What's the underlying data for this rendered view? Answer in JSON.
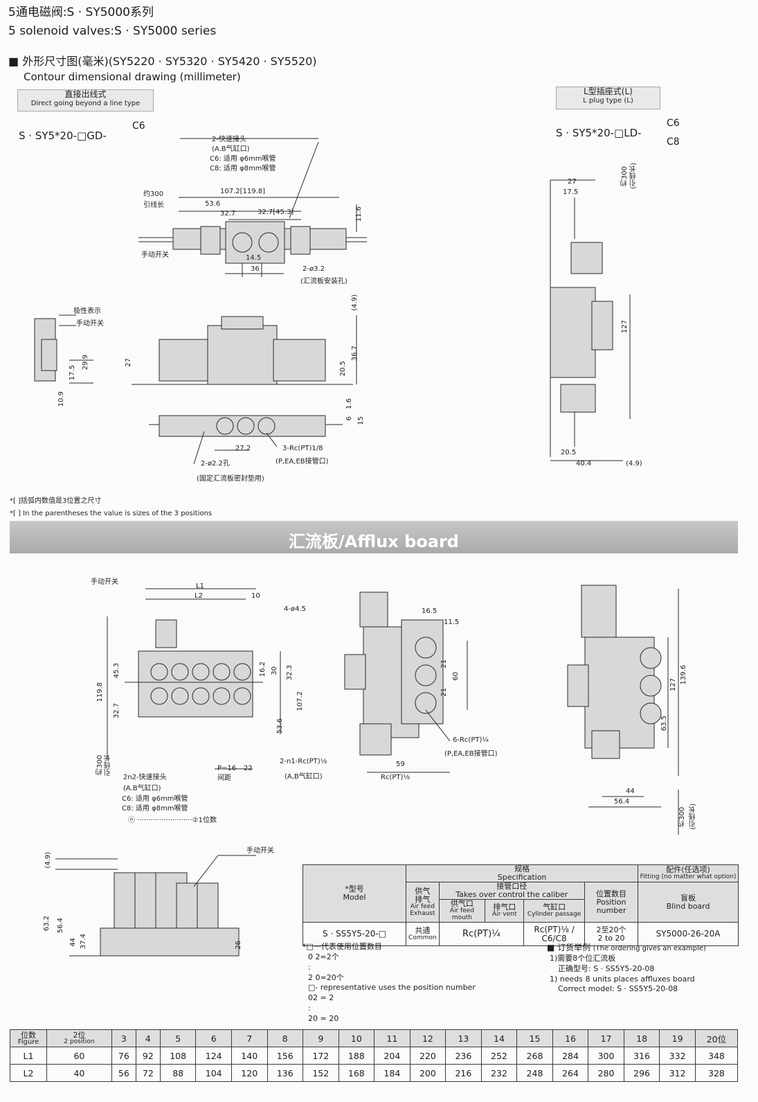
{
  "header": {
    "title_cn": "5通电磁阀:S · SY5000系列",
    "title_en": "5 solenoid valves:S · SY5000 series"
  },
  "contour": {
    "title_cn": "■ 外形尺寸图(毫米)(SY5220 · SY5320 · SY5420 · SY5520)",
    "title_en": "Contour dimensional drawing (millimeter)",
    "direct_cn": "直接出线式",
    "direct_en": "Direct going beyond a line type",
    "lplug_cn": "L型插座式(L)",
    "lplug_en": "L plug type (L)",
    "model_gd": "S · SY5*20-□GD-",
    "model_gd_sup": "C6",
    "model_ld": "S · SY5*20-□LD-",
    "model_ld_sup1": "C6",
    "model_ld_sup2": "C8"
  },
  "top_view": {
    "quick_joint": "2-快速接头",
    "ab_port": "(A.B气缸口)",
    "c6": "C6:  适用 φ6mm喉管",
    "c8": "C8:  适用 φ8mm喉管",
    "approx300": "约300",
    "lead_len": "引线长",
    "d1072": "107.2[119.8]",
    "d536": "53.6",
    "d327a": "32.7",
    "d327b": "32.7[45.3]",
    "d116": "11.6",
    "manual": "手动开关",
    "d145": "14.5",
    "d36": "36",
    "hole": "2-ø3.2",
    "hole_desc": "(汇流板安装孔)"
  },
  "side_view": {
    "polarity": "极性表示",
    "manual": "手动开关",
    "d175": "17.5",
    "d299": "29.9",
    "d109": "10.9",
    "d27": "27",
    "d49": "(4.9)",
    "d367": "36.7",
    "d205": "20.5"
  },
  "bottom_view": {
    "d16": "1.6",
    "d6": "6",
    "d15": "15",
    "d272": "27.2",
    "port": "3-Rc(PT)1/8",
    "port_desc": "(P,EA,EB接管口)",
    "hole": "2-ø2.2孔",
    "hole_desc": "(固定汇流板密封垫用)"
  },
  "lplug_view": {
    "approx300": "约300",
    "lead_len": "(引线长)",
    "d27": "27",
    "d175": "17.5",
    "d127": "127",
    "d205": "20.5",
    "d404": "40.4",
    "d49": "(4.9)"
  },
  "footnotes": {
    "cn": "*[ ]括弧内数值是3位置之尺寸",
    "en": "*[ ] In the parentheses the value is sizes of the 3 positions"
  },
  "afflux": {
    "banner": "汇流板/Afflux board",
    "manual": "手动开关",
    "L1": "L1",
    "L2": "L2",
    "d10": "10",
    "hole4": "4-ø4.5",
    "d453": "45.3",
    "d1198": "119.8",
    "d327": "32.7",
    "d162": "16.2",
    "d30": "30",
    "d323": "32.3",
    "d1072": "107.2",
    "d536": "53.6",
    "approx300": "约300",
    "lead_len": "引线长",
    "quick": "2n2-快速接头",
    "ab": "(A.B气缸口)",
    "c6": "C6:  适用 φ6mm喉管",
    "c8": "C8:  适用 φ8mm喉管",
    "pos_range": "ⓝ ·························②1位数",
    "pitch": "P=16",
    "pitch_cn": "间距",
    "d22": "22",
    "port_n1": "2-n1-Rc(PT)⅛",
    "port_n1_desc": "(A,B气缸口)",
    "mid_d165": "16.5",
    "mid_d115": "11.5",
    "mid_d21a": "21",
    "mid_d21b": "21",
    "mid_d60": "60",
    "mid_port": "6-Rc(PT)¼",
    "mid_port_desc": "(P,EA,EB接管口)",
    "mid_d59": "59",
    "mid_rc": "Rc(PT)⅛",
    "right_d127": "127",
    "right_d1396": "139.6",
    "right_d635": "63.5",
    "right_d44": "44",
    "right_d564": "56.4",
    "right_approx": "约300",
    "right_lead": "(引线长)",
    "front_manual": "手动开关",
    "front_d49": "(4.9)",
    "front_d632": "63.2",
    "front_d564": "56.4",
    "front_d44": "44",
    "front_d374": "37.4",
    "front_d26": "26"
  },
  "spec_table": {
    "model_cn": "*型号",
    "model_en": "Model",
    "spec_cn": "规格",
    "spec_en": "Specification",
    "caliber_cn": "接管口径",
    "caliber_en": "Takes over control the caliber",
    "fitting_cn": "配件(任选项)",
    "fitting_en": "Fitting (no matter what option)",
    "feed_cn1": "供气",
    "feed_cn2": "排气",
    "feed_en1": "Air feed",
    "feed_en2": "Exhaust",
    "mouth_cn": "供气口",
    "mouth_en": "Air feed mouth",
    "vent_cn": "排气口",
    "vent_en": "Air vent",
    "cyl_cn": "气缸口",
    "cyl_en": "Cylinder passage",
    "posnum_cn": "位置数目",
    "posnum_en1": "Position",
    "posnum_en2": "number",
    "blind_cn": "盲板",
    "blind_en": "Blind board",
    "row_model": "S · SS5Y5-20-□",
    "row_common_cn": "共通",
    "row_common_en": "Common",
    "row_rc": "Rc(PT)¼",
    "row_cyl1": "Rc(PT)⅛ /",
    "row_cyl2": "C6/C8",
    "row_pos1": "2至20个",
    "row_pos2": "2 to 20",
    "row_blind": "SY5000-26-20A"
  },
  "notes_left": {
    "l1": "*□一代表使用位置数目",
    "l2": "0 2=2个",
    "l3": ":",
    "l4": "2 0=20个",
    "l5": "□- representative uses the position number",
    "l6": "02 = 2",
    "l7": ":",
    "l8": "20 = 20"
  },
  "notes_right": {
    "l1": "■ 订货举例",
    "l1b": "(The ordering gives an example)",
    "l2": "1)需要8个位汇流板",
    "l3": "正确型号:  S · SS5Y5-20-08",
    "l4": "1) needs 8 units places affluxes board",
    "l5": "Correct model: S · SS5Y5-20-08"
  },
  "position_table": {
    "head_cn": "位数",
    "head_en": "Figure",
    "first_cn": "2位",
    "first_en": "2 position",
    "columns": [
      "3",
      "4",
      "5",
      "6",
      "7",
      "8",
      "9",
      "10",
      "11",
      "12",
      "13",
      "14",
      "15",
      "16",
      "17",
      "18",
      "19",
      "20位"
    ],
    "L1_label": "L1",
    "L2_label": "L2",
    "L1": [
      "60",
      "76",
      "92",
      "108",
      "124",
      "140",
      "156",
      "172",
      "188",
      "204",
      "220",
      "236",
      "252",
      "268",
      "284",
      "300",
      "316",
      "332",
      "348"
    ],
    "L2": [
      "40",
      "56",
      "72",
      "88",
      "104",
      "120",
      "136",
      "152",
      "168",
      "184",
      "200",
      "216",
      "232",
      "248",
      "264",
      "280",
      "296",
      "312",
      "328"
    ]
  }
}
